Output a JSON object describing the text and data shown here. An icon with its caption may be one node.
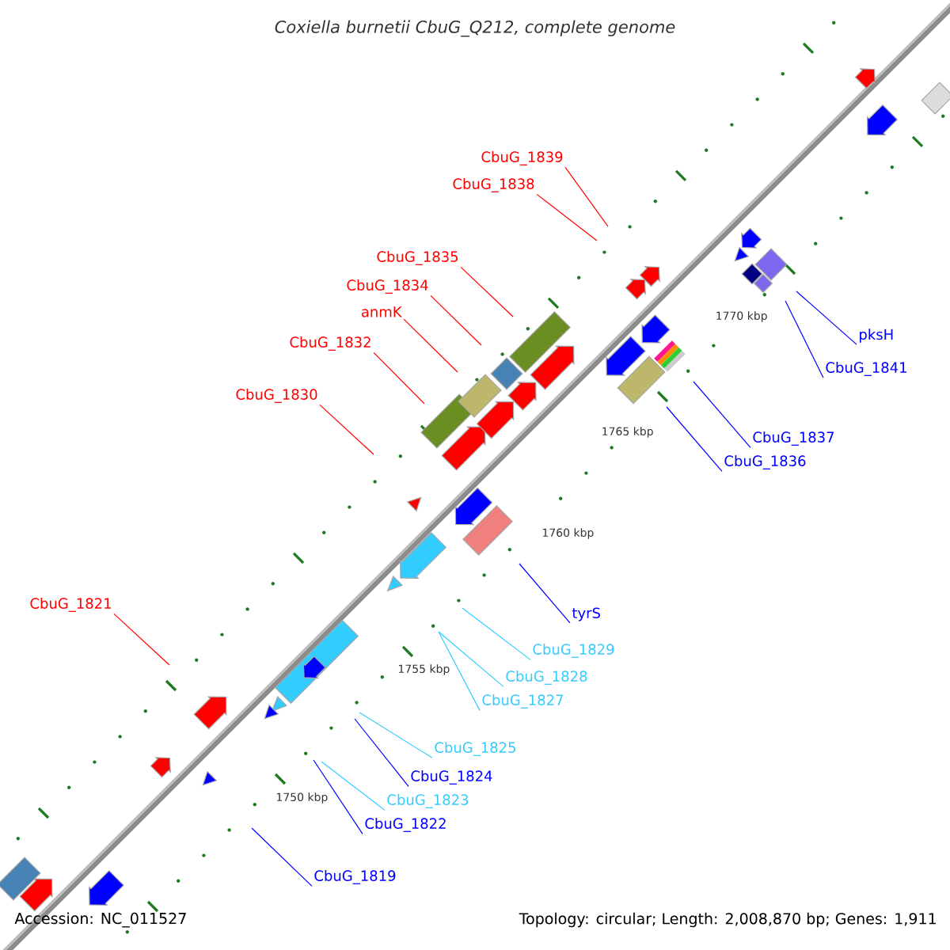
{
  "diagram": {
    "title": "Coxiella burnetii CbuG_Q212, complete genome",
    "nodes": [
      {
        "text": [
          "CbuG_1839"
        ]
      },
      {
        "text": [
          "CbuG_1838"
        ]
      },
      {
        "text": [
          "CbuG_1835"
        ]
      },
      {
        "text": [
          "CbuG_1834"
        ]
      },
      {
        "text": [
          "anmK"
        ]
      },
      {
        "text": [
          "pksH"
        ]
      },
      {
        "text": [
          "CbuG_1832"
        ]
      },
      {
        "text": [
          "CbuG_1841"
        ]
      },
      {
        "text": [
          "CbuG_1830"
        ]
      },
      {
        "text": [
          "CbuG_1837"
        ]
      },
      {
        "text": [
          "CbuG_1836"
        ]
      },
      {
        "text": [
          "CbuG_1821"
        ]
      },
      {
        "text": [
          "tyrS"
        ]
      },
      {
        "text": [
          "CbuG_1829"
        ]
      },
      {
        "text": [
          "CbuG_1828"
        ]
      },
      {
        "text": [
          "CbuG_1827"
        ]
      },
      {
        "text": [
          "CbuG_1825"
        ]
      },
      {
        "text": [
          "CbuG_1824"
        ]
      },
      {
        "text": [
          "CbuG_1823"
        ]
      },
      {
        "text": [
          "CbuG_1822"
        ]
      },
      {
        "text": [
          "CbuG_1819"
        ]
      }
    ],
    "edges": [
      {
        "from": 0,
        "to": null,
        "arrow": "none",
        "color": "#ff0000"
      },
      {
        "from": 1,
        "to": null,
        "arrow": "none",
        "color": "#ff0000"
      },
      {
        "from": 2,
        "to": null,
        "arrow": "none",
        "color": "#ff0000"
      },
      {
        "from": 3,
        "to": null,
        "arrow": "none",
        "color": "#ff0000"
      },
      {
        "from": 4,
        "to": null,
        "arrow": "none",
        "color": "#ff0000"
      },
      {
        "from": 5,
        "to": null,
        "arrow": "none",
        "color": "#0000ff"
      },
      {
        "from": 6,
        "to": null,
        "arrow": "none",
        "color": "#ff0000"
      },
      {
        "from": 7,
        "to": null,
        "arrow": "none",
        "color": "#0000ff"
      },
      {
        "from": 8,
        "to": null,
        "arrow": "none",
        "color": "#ff0000"
      },
      {
        "from": 9,
        "to": null,
        "arrow": "none",
        "color": "#0000ff"
      },
      {
        "from": 10,
        "to": null,
        "arrow": "none",
        "color": "#0000ff"
      },
      {
        "from": 11,
        "to": null,
        "arrow": "none",
        "color": "#ff0000"
      },
      {
        "from": 12,
        "to": null,
        "arrow": "none",
        "color": "#0000ff"
      },
      {
        "from": 13,
        "to": null,
        "arrow": "none",
        "color": "#33ccff"
      },
      {
        "from": 14,
        "to": null,
        "arrow": "none",
        "color": "#33ccff"
      },
      {
        "from": 15,
        "to": null,
        "arrow": "none",
        "color": "#33ccff"
      },
      {
        "from": 16,
        "to": null,
        "arrow": "none",
        "color": "#33ccff"
      },
      {
        "from": 17,
        "to": null,
        "arrow": "none",
        "color": "#0000ff"
      },
      {
        "from": 18,
        "to": null,
        "arrow": "none",
        "color": "#33ccff"
      },
      {
        "from": 19,
        "to": null,
        "arrow": "none",
        "color": "#0000ff"
      },
      {
        "from": 20,
        "to": null,
        "arrow": "none",
        "color": "#0000ff"
      }
    ],
    "labels": [
      "1770 kbp",
      "1765 kbp",
      "1760 kbp",
      "1755 kbp",
      "1750 kbp",
      "Accession: NC_011527",
      "Topology: circular; Length: 2,008,870 bp; Genes: 1,911"
    ]
  }
}
